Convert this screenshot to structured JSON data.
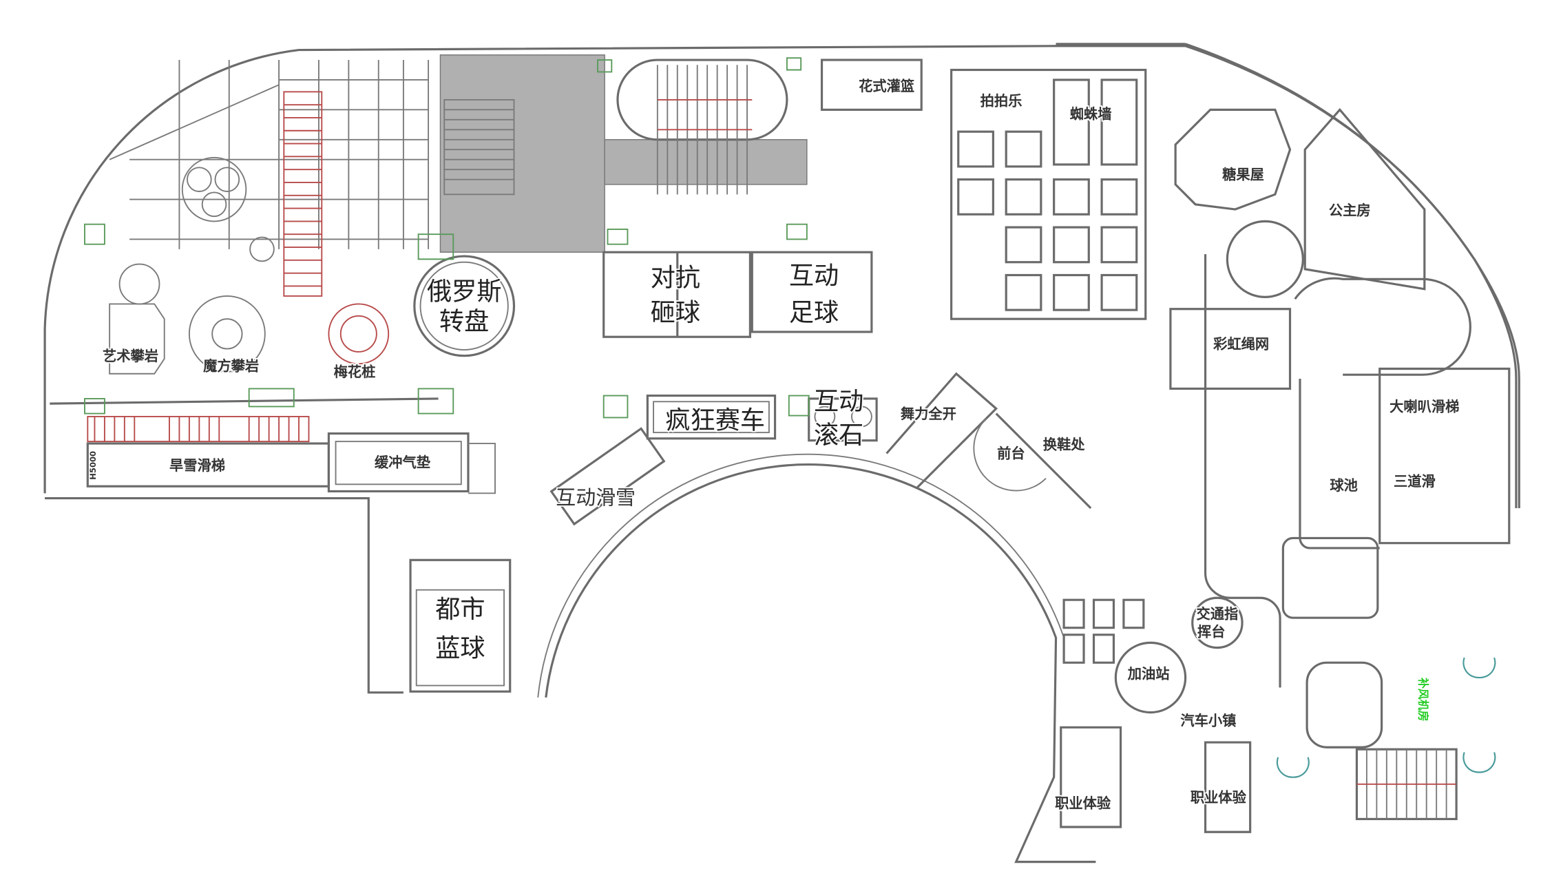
{
  "title": "Indoor playground floor plan",
  "colors": {
    "wall": "#6b6b6b",
    "stairs_fill": "#b0b0b0",
    "red_lines": "#b84a4a",
    "green_marks": "#5a9a5a",
    "doors": "#4a9a9a",
    "plant_room_text": "#22cc22"
  },
  "zones": {
    "fancy_dunk": "花式灌篮",
    "clap_fun": "拍拍乐",
    "spider_wall": "蜘蛛墙",
    "candy_house": "糖果屋",
    "princess_room": "公主房",
    "smash_ball": [
      "对抗",
      "砸球"
    ],
    "interactive_football": [
      "互动",
      "足球"
    ],
    "russian_turntable": [
      "俄罗斯",
      "转盘"
    ],
    "art_climbing": "艺术攀岩",
    "cube_climbing": "魔方攀岩",
    "plum_piles": "梅花桩",
    "rainbow_net": "彩虹绳网",
    "trumpet_slide": "大喇叭滑梯",
    "crazy_racing": "疯狂赛车",
    "interactive_rolling_stone": [
      "互动",
      "滚石"
    ],
    "dance": "舞力全开",
    "front_desk": "前台",
    "shoe_change": "换鞋处",
    "dry_snow_slide": "旱雪滑梯",
    "slide_height": "H5000",
    "air_cushion": "缓冲气垫",
    "ball_pool": "球池",
    "triple_slide": "三道滑",
    "interactive_skiing": "互动滑雪",
    "city_basketball": [
      "都市",
      "蓝球"
    ],
    "traffic_podium": [
      "交通指",
      "挥台"
    ],
    "gas_station": "加油站",
    "car_town": "汽车小镇",
    "career_experience_1": "职业体验",
    "career_experience_2": "职业体验",
    "plant_room": "补风机房"
  }
}
